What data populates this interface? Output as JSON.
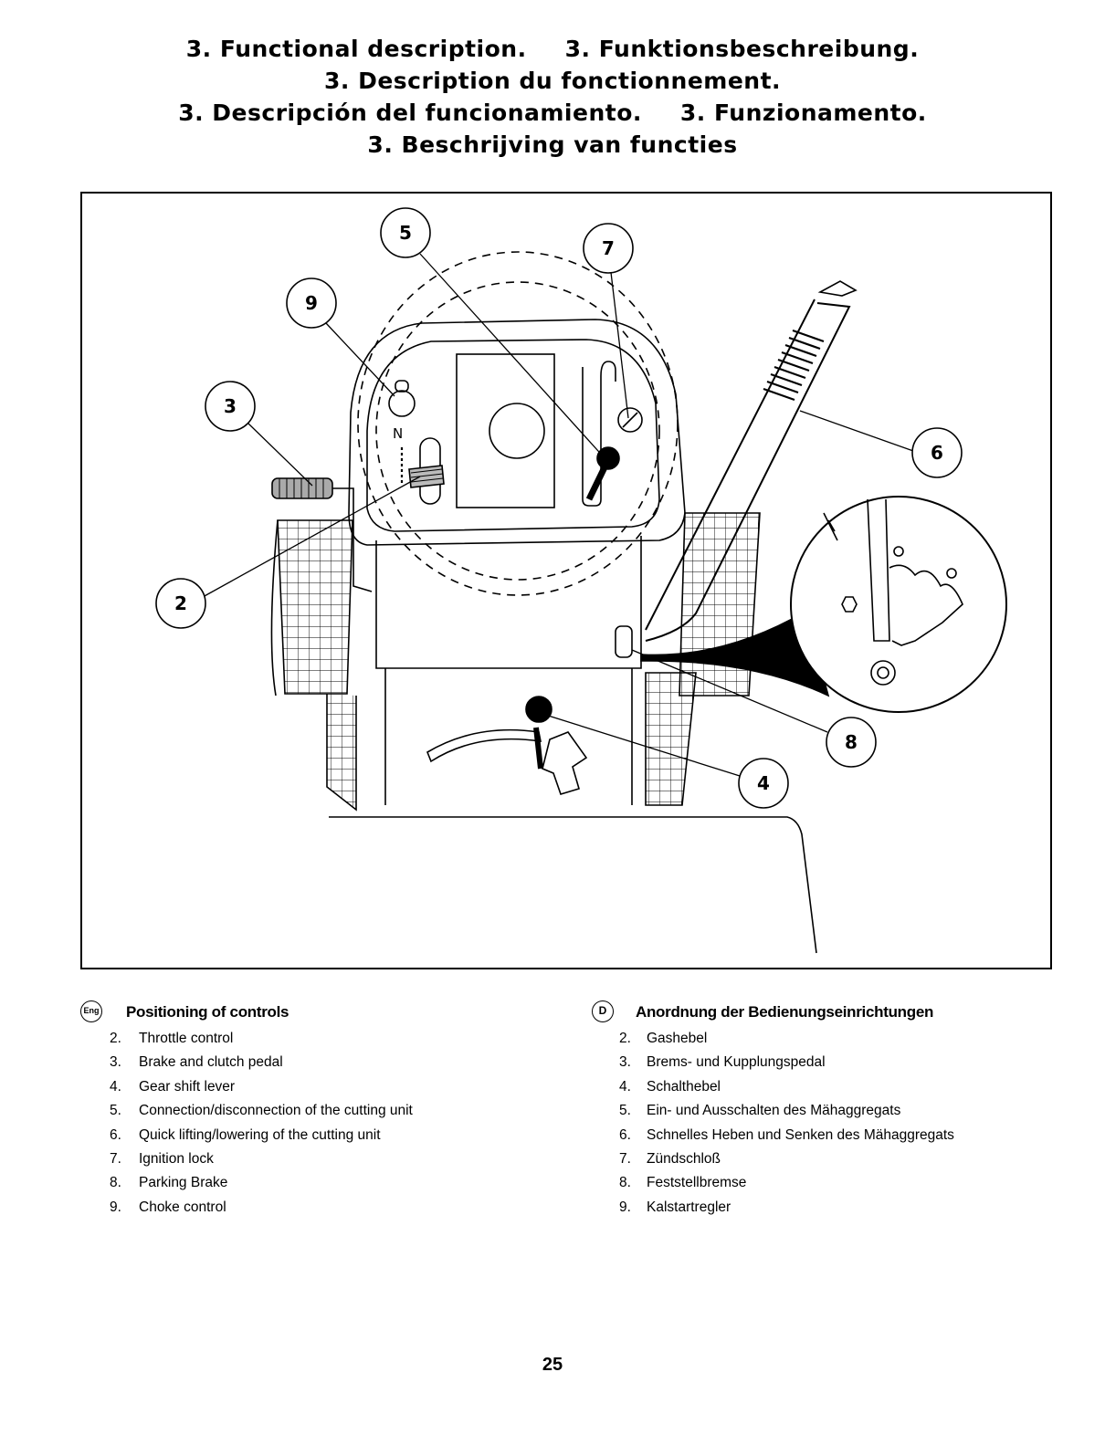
{
  "titles": {
    "line1_a": "3. Functional description.",
    "line1_b": "3. Funktionsbeschreibung.",
    "line2": "3. Description du fonctionnement.",
    "line3_a": "3. Descripción del funcionamiento.",
    "line3_b": "3. Funzionamento.",
    "line4": "3. Beschrijving van functies"
  },
  "figure": {
    "callouts": [
      "5",
      "7",
      "9",
      "3",
      "6",
      "2",
      "8",
      "4"
    ],
    "shift_mark": "N"
  },
  "legend_en": {
    "badge": "Eng",
    "title": "Positioning of controls",
    "items": [
      {
        "num": "2.",
        "text": "Throttle control"
      },
      {
        "num": "3.",
        "text": "Brake and clutch pedal"
      },
      {
        "num": "4.",
        "text": "Gear shift lever"
      },
      {
        "num": "5.",
        "text": "Connection/disconnection of the cutting unit"
      },
      {
        "num": "6.",
        "text": "Quick lifting/lowering of the cutting unit"
      },
      {
        "num": "7.",
        "text": "Ignition lock"
      },
      {
        "num": "8.",
        "text": "Parking Brake"
      },
      {
        "num": "9.",
        "text": "Choke control"
      }
    ]
  },
  "legend_de": {
    "badge": "D",
    "title": "Anordnung der Bedienungseinrichtungen",
    "items": [
      {
        "num": "2.",
        "text": "Gashebel"
      },
      {
        "num": "3.",
        "text": "Brems- und Kupplungspedal"
      },
      {
        "num": "4.",
        "text": "Schalthebel"
      },
      {
        "num": "5.",
        "text": "Ein- und Ausschalten des Mähaggregats"
      },
      {
        "num": "6.",
        "text": "Schnelles Heben und Senken des Mähaggregats"
      },
      {
        "num": "7.",
        "text": "Zündschloß"
      },
      {
        "num": "8.",
        "text": "Feststellbremse"
      },
      {
        "num": "9.",
        "text": "Kalstartregler"
      }
    ]
  },
  "page_number": "25"
}
